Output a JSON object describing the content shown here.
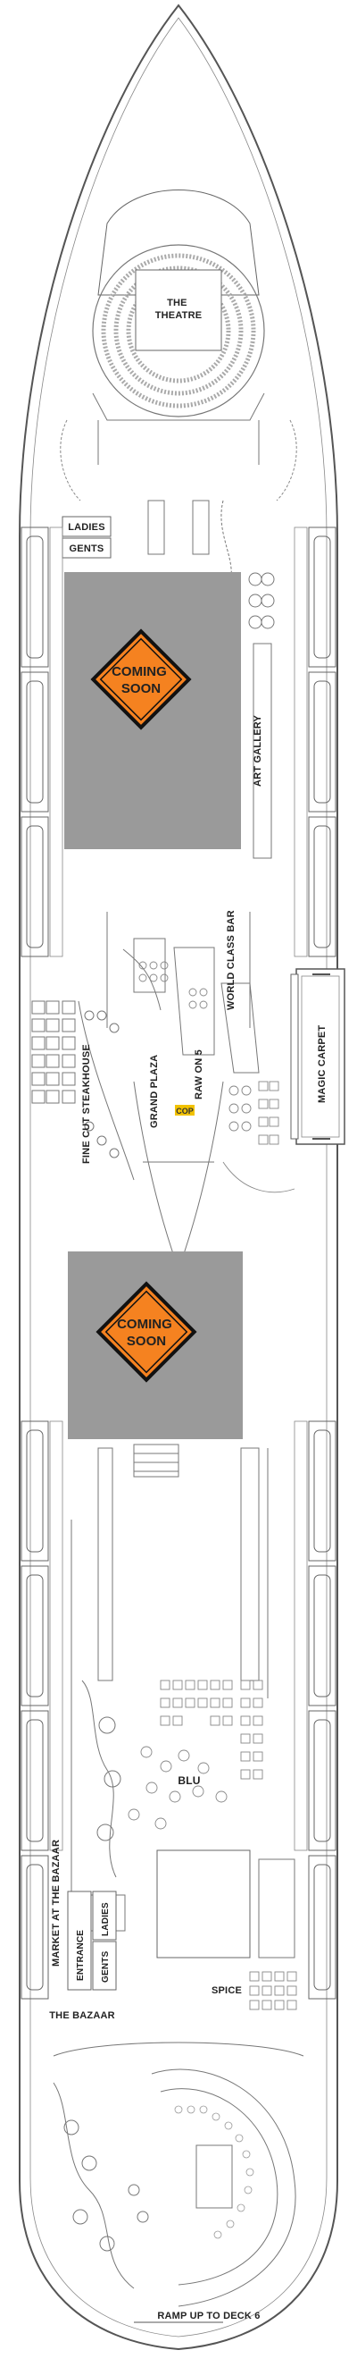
{
  "labels": {
    "theatre_line1": "THE",
    "theatre_line2": "THEATRE",
    "ladies_fwd": "LADIES",
    "gents_fwd": "GENTS",
    "art_gallery": "ART GALLERY",
    "world_class_bar": "WORLD CLASS BAR",
    "grand_plaza": "GRAND PLAZA",
    "fine_cut": "FINE CUT STEAKHOUSE",
    "raw_on_5": "RAW ON 5",
    "cop": "COP",
    "magic_carpet": "MAGIC CARPET",
    "market": "MARKET AT THE BAZAAR",
    "blu": "BLU",
    "entrance": "ENTRANCE",
    "ladies_aft": "LADIES",
    "gents_aft": "GENTS",
    "the_bazaar": "THE BAZAAR",
    "spice": "SPICE",
    "ramp": "RAMP UP TO DECK 6"
  },
  "signs": {
    "upper_line1": "COMING",
    "upper_line2": "SOON",
    "lower_line1": "COMING",
    "lower_line2": "SOON"
  },
  "colors": {
    "hull_outline": "#555555",
    "placeholder_gray": "#9a9a9a",
    "sign_orange": "#f58220",
    "cop_yellow": "#f2c200"
  }
}
